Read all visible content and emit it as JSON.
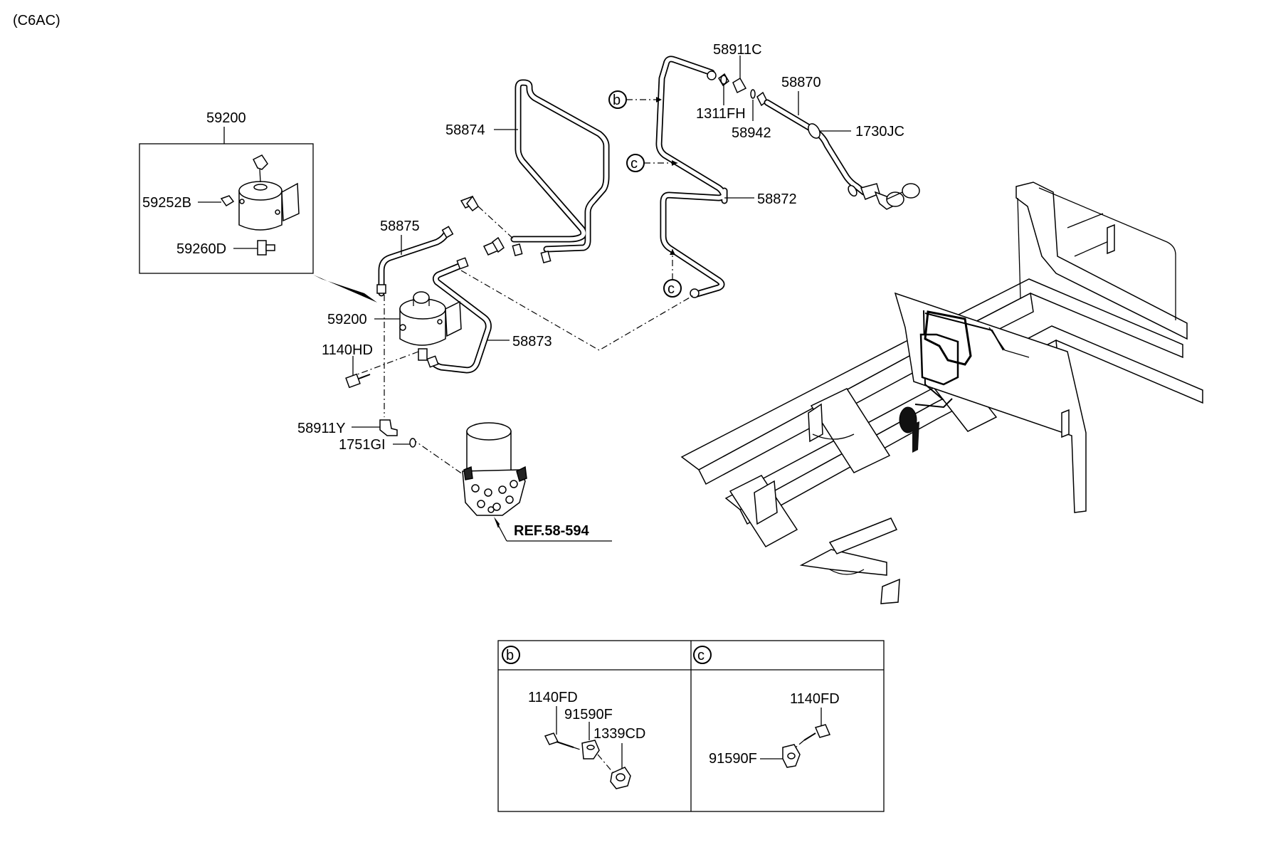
{
  "model_code": "(C6AC)",
  "labels": {
    "p58911C": "58911C",
    "p58870": "58870",
    "p1311FH": "1311FH",
    "p58942": "58942",
    "p1730JC": "1730JC",
    "p58874": "58874",
    "p58872": "58872",
    "p59200_box": "59200",
    "p59252B": "59252B",
    "p59260D": "59260D",
    "p58875": "58875",
    "p59200": "59200",
    "p58873": "58873",
    "p1140HD": "1140HD",
    "p58911Y": "58911Y",
    "p1751GI": "1751GI",
    "ref": "REF.58-594"
  },
  "callouts": {
    "b": "b",
    "c": "c"
  },
  "detail_table": {
    "b": {
      "header": "b",
      "p1140FD": "1140FD",
      "p91590F": "91590F",
      "p1339CD": "1339CD"
    },
    "c": {
      "header": "c",
      "p1140FD": "1140FD",
      "p91590F": "91590F"
    }
  }
}
